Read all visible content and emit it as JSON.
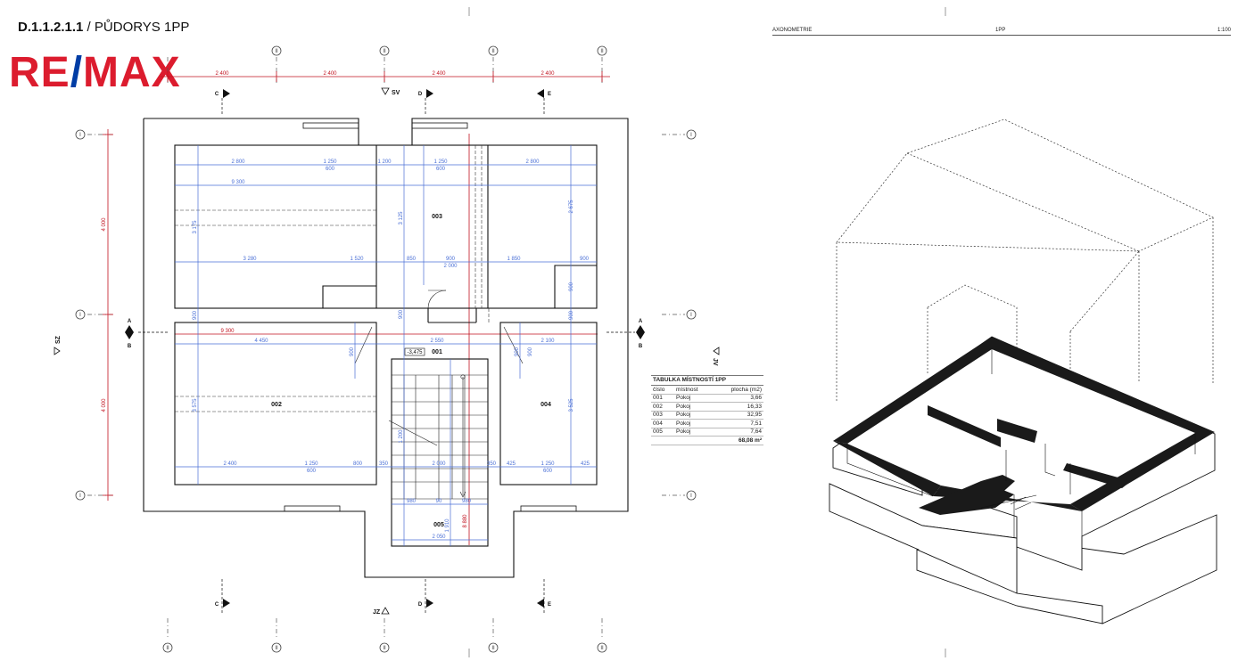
{
  "sheet": {
    "code": "D.1.1.2.1.1",
    "separator": " / ",
    "name": "PŮDORYS 1PP"
  },
  "logo": {
    "left": "RE",
    "slash": "/",
    "right": "MAX"
  },
  "axonometry": {
    "left": "AXONOMETRIE",
    "middle": "1PP",
    "right": "1:100"
  },
  "grid_labels": {
    "vertical": "II",
    "horizontal": "I"
  },
  "orientation": {
    "sv": "SV",
    "jz": "JZ",
    "sz": "SZ",
    "jv": "JV"
  },
  "section_marks": {
    "a": "A",
    "b": "B",
    "c": "C",
    "d": "D",
    "e": "E"
  },
  "top_dims": [
    "2 400",
    "2 400",
    "2 400",
    "2 400"
  ],
  "left_dims": [
    "4 000",
    "4 000"
  ],
  "rooms": [
    {
      "id": "001"
    },
    {
      "id": "002"
    },
    {
      "id": "003"
    },
    {
      "id": "004"
    },
    {
      "id": "005"
    }
  ],
  "level_label": "-3,475",
  "inner_dims": {
    "d1": "2 800",
    "d2": "1 250",
    "d3": "1 200",
    "d4": "1 250",
    "d5": "2 800",
    "d6": "600",
    "d7": "600",
    "d8": "9 300",
    "d9": "3 280",
    "d10": "1 520",
    "d11": "850",
    "d12": "900",
    "d13": "2 000",
    "d14": "1 850",
    "d15": "900",
    "d16": "9 300",
    "d17": "4 450",
    "d18": "2 550",
    "d19": "2 100",
    "d20": "2 400",
    "d21": "1 250",
    "d22": "800",
    "d23": "350",
    "d24": "2 000",
    "d25": "350",
    "d26": "425",
    "d27": "1 250",
    "d28": "425",
    "d29": "600",
    "d30": "600",
    "d31": "980",
    "d32": "90",
    "d33": "980",
    "d34": "2 050",
    "d35": "8 880",
    "d36": "2 675",
    "d37": "3 175",
    "d38": "3 575",
    "d39": "3 525",
    "d40": "900",
    "d41": "900",
    "d42": "900",
    "d43": "900",
    "d44": "900",
    "d45": "900",
    "d46": "3 125",
    "d47": "900",
    "d48": "1 200",
    "d49": "1 910"
  },
  "room_table": {
    "caption": "TABULKA MÍSTNOSTÍ 1PP",
    "headers": [
      "číslo",
      "místnost",
      "plocha (m2)"
    ],
    "rows": [
      {
        "no": "001",
        "name": "Pokoj",
        "area": "3,66"
      },
      {
        "no": "002",
        "name": "Pokoj",
        "area": "16,33"
      },
      {
        "no": "003",
        "name": "Pokoj",
        "area": "32,95"
      },
      {
        "no": "004",
        "name": "Pokoj",
        "area": "7,51"
      },
      {
        "no": "005",
        "name": "Pokoj",
        "area": "7,64"
      }
    ],
    "total": "68,08 m²"
  },
  "colors": {
    "dimension_blue": "#4a6fd6",
    "dimension_red": "#c1121f",
    "logo_red": "#dc1c2e",
    "logo_blue": "#003da5"
  }
}
